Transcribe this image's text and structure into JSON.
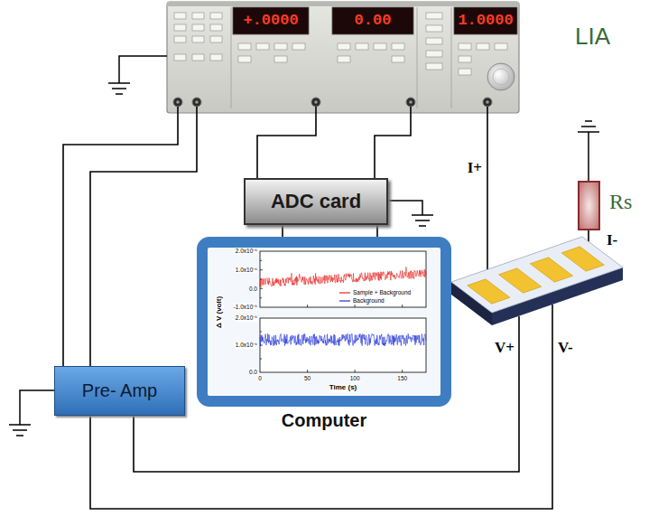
{
  "diagram": {
    "nodes": [
      {
        "text": [
          "LIA"
        ]
      },
      {
        "text": [
          "ADC card"
        ]
      },
      {
        "text": [
          "Computer"
        ]
      },
      {
        "text": [
          "Pre- Amp"
        ]
      },
      {
        "text": [
          "Rs"
        ]
      }
    ],
    "edges": [
      {
        "from": 0,
        "to": 1,
        "arrow": "none"
      },
      {
        "from": 0,
        "to": 1,
        "arrow": "none"
      },
      {
        "from": 1,
        "to": 2,
        "arrow": "none"
      },
      {
        "from": 1,
        "to": 2,
        "arrow": "none"
      },
      {
        "from": 3,
        "to": 0,
        "arrow": "none"
      },
      {
        "from": 3,
        "to": 0,
        "arrow": "none"
      }
    ],
    "labels": [
      "+.0000",
      "0.00",
      "1.0000",
      "I+",
      "I-",
      "V+",
      "V-",
      "2.0x10⁻⁶",
      "1.0x10⁻⁶",
      "0.0",
      "-1.0x10⁻⁶",
      "2.0x10⁻⁶",
      "1.0x10⁻⁶",
      "0.0",
      "0",
      "50",
      "100",
      "150",
      "Time (s)",
      "Δ V (volt)"
    ],
    "legend": [
      {
        "text": "Sample + Background"
      },
      {
        "text": "Background"
      }
    ]
  }
}
